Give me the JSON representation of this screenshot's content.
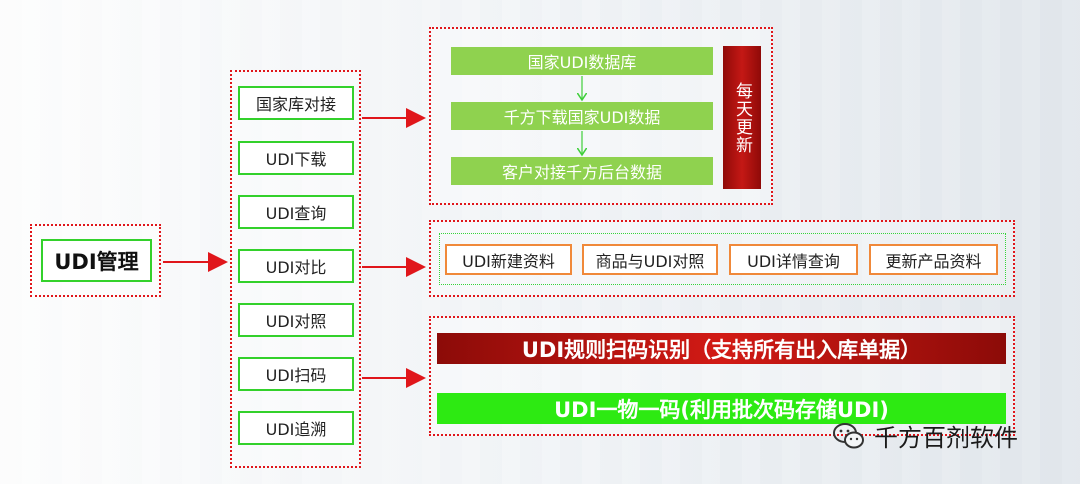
{
  "root": {
    "label": "UDI管理"
  },
  "menu": [
    "国家库对接",
    "UDI下载",
    "UDI查询",
    "UDI对比",
    "UDI对照",
    "UDI扫码",
    "UDI追溯"
  ],
  "flow": {
    "steps": [
      "国家UDI数据库",
      "千方下载国家UDI数据",
      "客户对接千方后台数据"
    ],
    "daily_update": "每天更新"
  },
  "compare": [
    "UDI新建资料",
    "商品与UDI对照",
    "UDI详情查询",
    "更新产品资料"
  ],
  "scan": {
    "red_banner": "UDI规则扫码识别（支持所有出入库单据）",
    "green_banner": "UDI一物一码(利用批次码存储UDI)"
  },
  "watermark": {
    "text": "千方百剂软件",
    "icon": "wechat-icon"
  },
  "colors": {
    "dotted_border": "#e0161b",
    "green_border": "#33d12b",
    "orange_border": "#f0893a",
    "flow_green": "#8fd24f",
    "banner_red": "#c41815",
    "banner_lime": "#2dea12"
  }
}
